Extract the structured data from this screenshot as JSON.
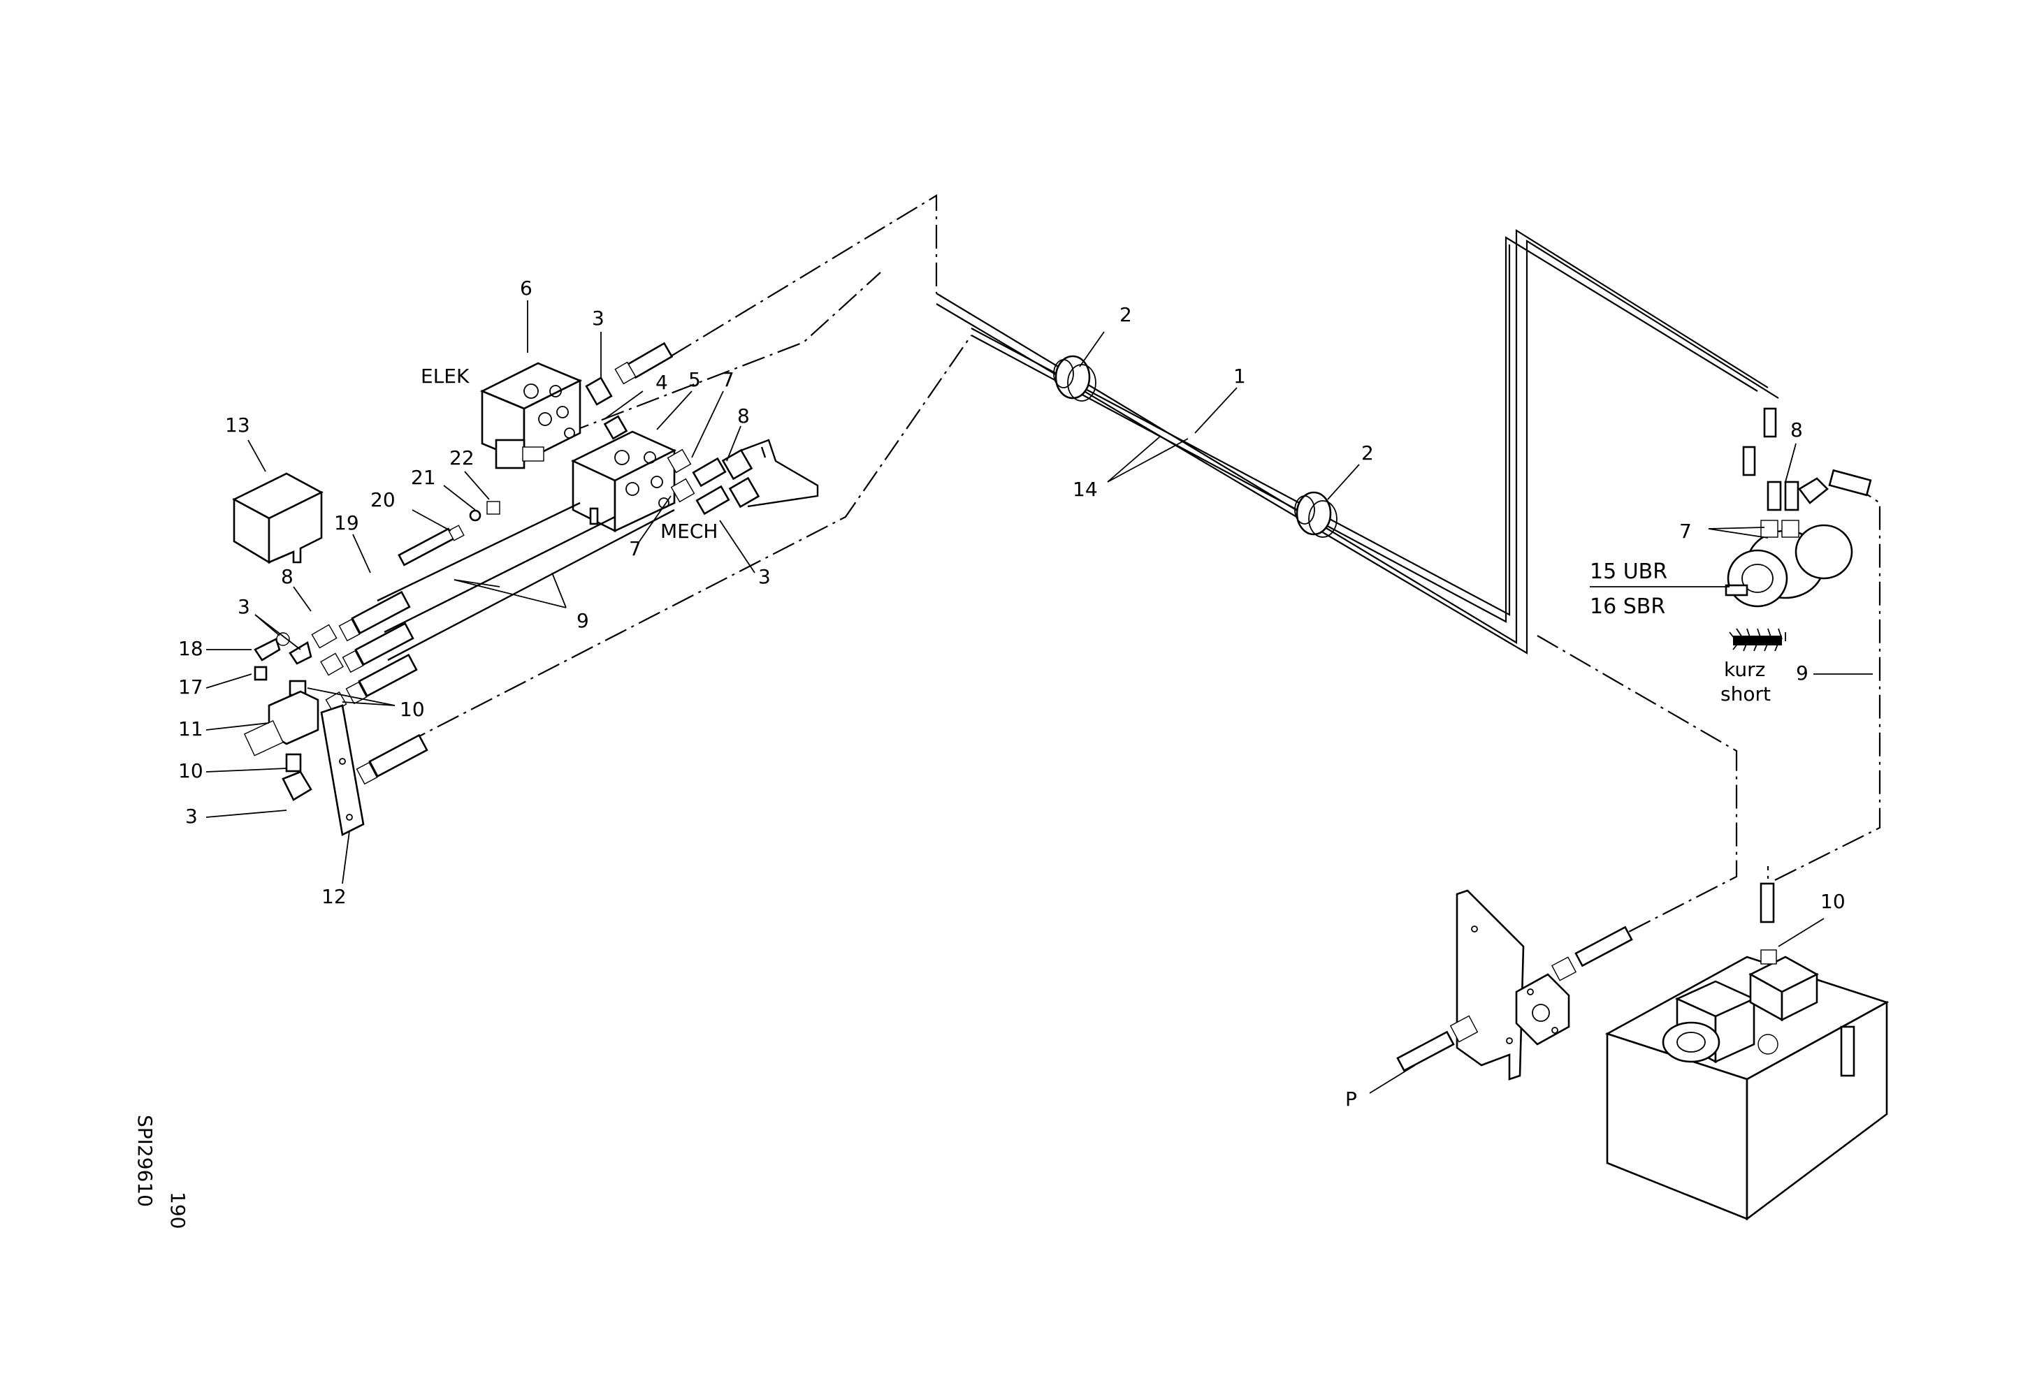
{
  "labels": {
    "n1": "1",
    "n2a": "2",
    "n2b": "2",
    "n3a": "3",
    "n3b": "3",
    "n3c": "3",
    "n3d": "3",
    "n4": "4",
    "n5": "5",
    "n6": "6",
    "n7a": "7",
    "n7b": "7",
    "n7c": "7",
    "n8a": "8",
    "n8b": "8",
    "n8c": "8",
    "n9a": "9",
    "n9b": "9",
    "n10a": "10",
    "n10b": "10",
    "n10c": "10",
    "n11": "11",
    "n12": "12",
    "n13": "13",
    "n14": "14",
    "n17": "17",
    "n18": "18",
    "n19": "19",
    "n20": "20",
    "n21": "21",
    "n22": "22",
    "elek": "ELEK",
    "mech": "MECH",
    "ubr": "15 UBR",
    "sbr": "16 SBR",
    "kurz": "kurz",
    "short": "short",
    "p": "P"
  },
  "drawing": {
    "number": "SPI29610",
    "sheet": "190"
  }
}
